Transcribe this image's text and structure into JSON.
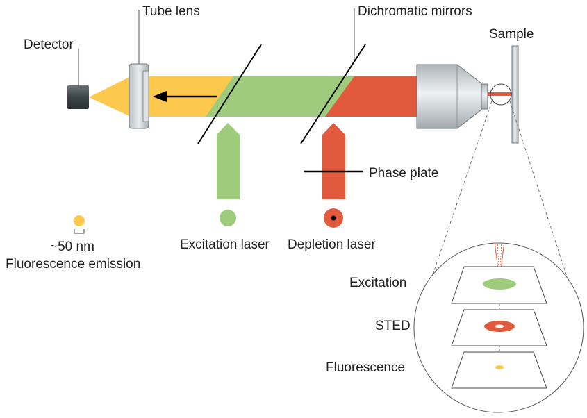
{
  "labels": {
    "tube_lens": "Tube lens",
    "dichromatic_mirrors": "Dichromatic mirrors",
    "sample": "Sample",
    "detector": "Detector",
    "phase_plate": "Phase plate",
    "size": "~50 nm",
    "fluorescence_emission": "Fluorescence emission",
    "excitation_laser": "Excitation laser",
    "depletion_laser": "Depletion laser",
    "inset_excitation": "Excitation",
    "inset_sted": "STED",
    "inset_fluorescence": "Fluorescence"
  },
  "colors": {
    "fluorescence": "#fcc94e",
    "excitation": "#9fcc7c",
    "depletion": "#e15a3e",
    "metal": "#c9cfd3",
    "detector": "#4a5456"
  }
}
